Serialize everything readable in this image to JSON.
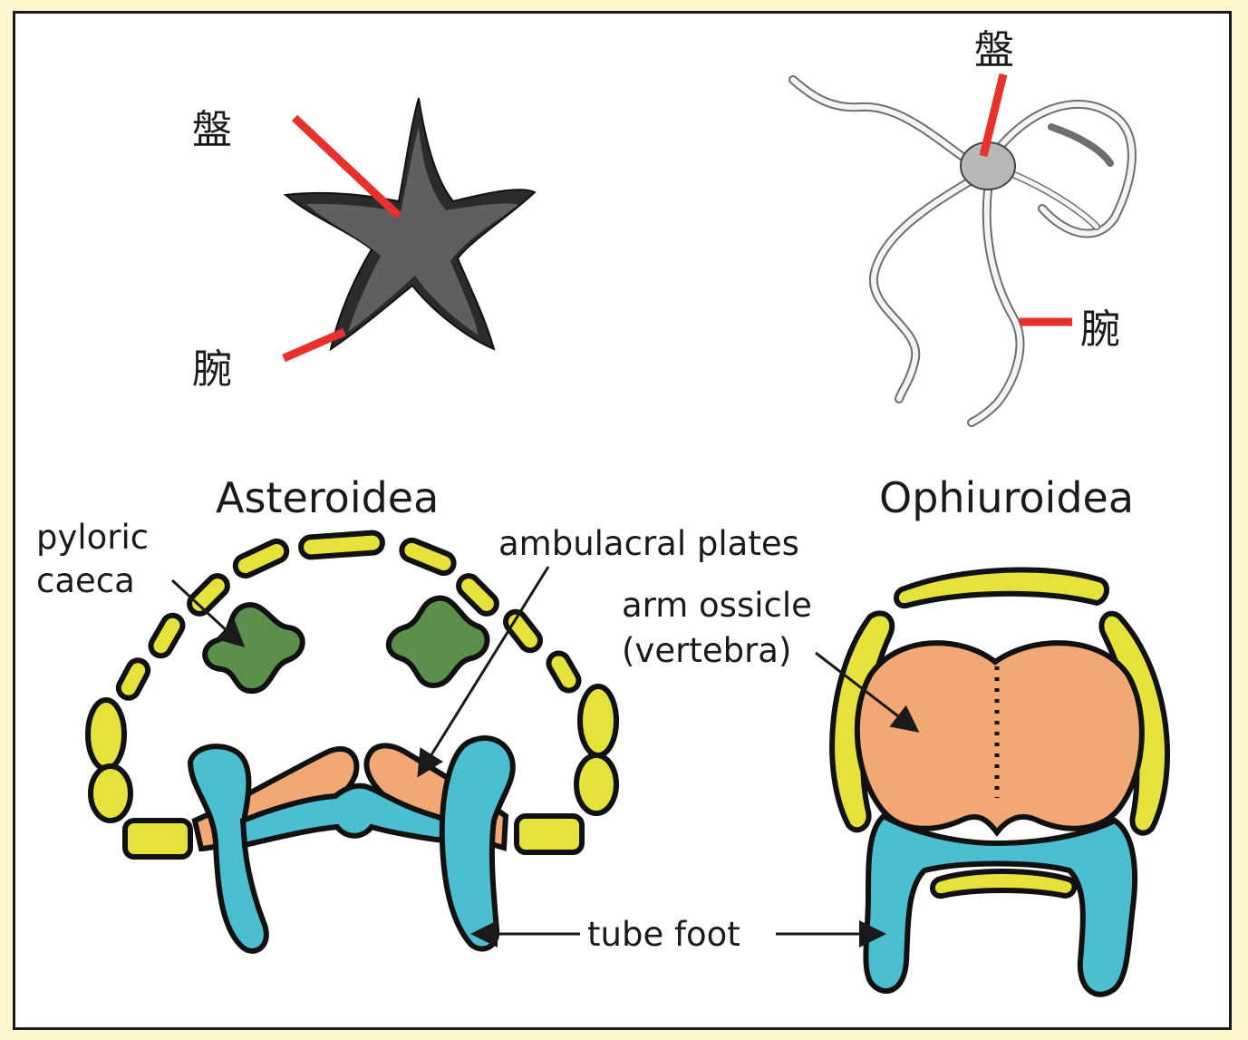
{
  "top": {
    "starfish_disc_label": "盤",
    "starfish_arm_label": "腕",
    "brittle_disc_label": "盤",
    "brittle_arm_label": "腕"
  },
  "asteroidea": {
    "title": "Asteroidea",
    "pyloric_line1": "pyloric",
    "pyloric_line2": "caeca",
    "ambulacral": "ambulacral plates"
  },
  "ophiuroidea": {
    "title": "Ophiuroidea",
    "ossicle_line1": "arm ossicle",
    "ossicle_line2": "(vertebra)"
  },
  "shared": {
    "tube_foot": "tube foot"
  },
  "colors": {
    "pointer_red": "#e8302d",
    "plate_yellow": "#e6e23c",
    "caeca_green": "#5c8f4b",
    "ossicle_orange": "#f2a874",
    "tubefoot_cyan": "#4bbfcf",
    "page_bg": "#fdf6cf"
  }
}
